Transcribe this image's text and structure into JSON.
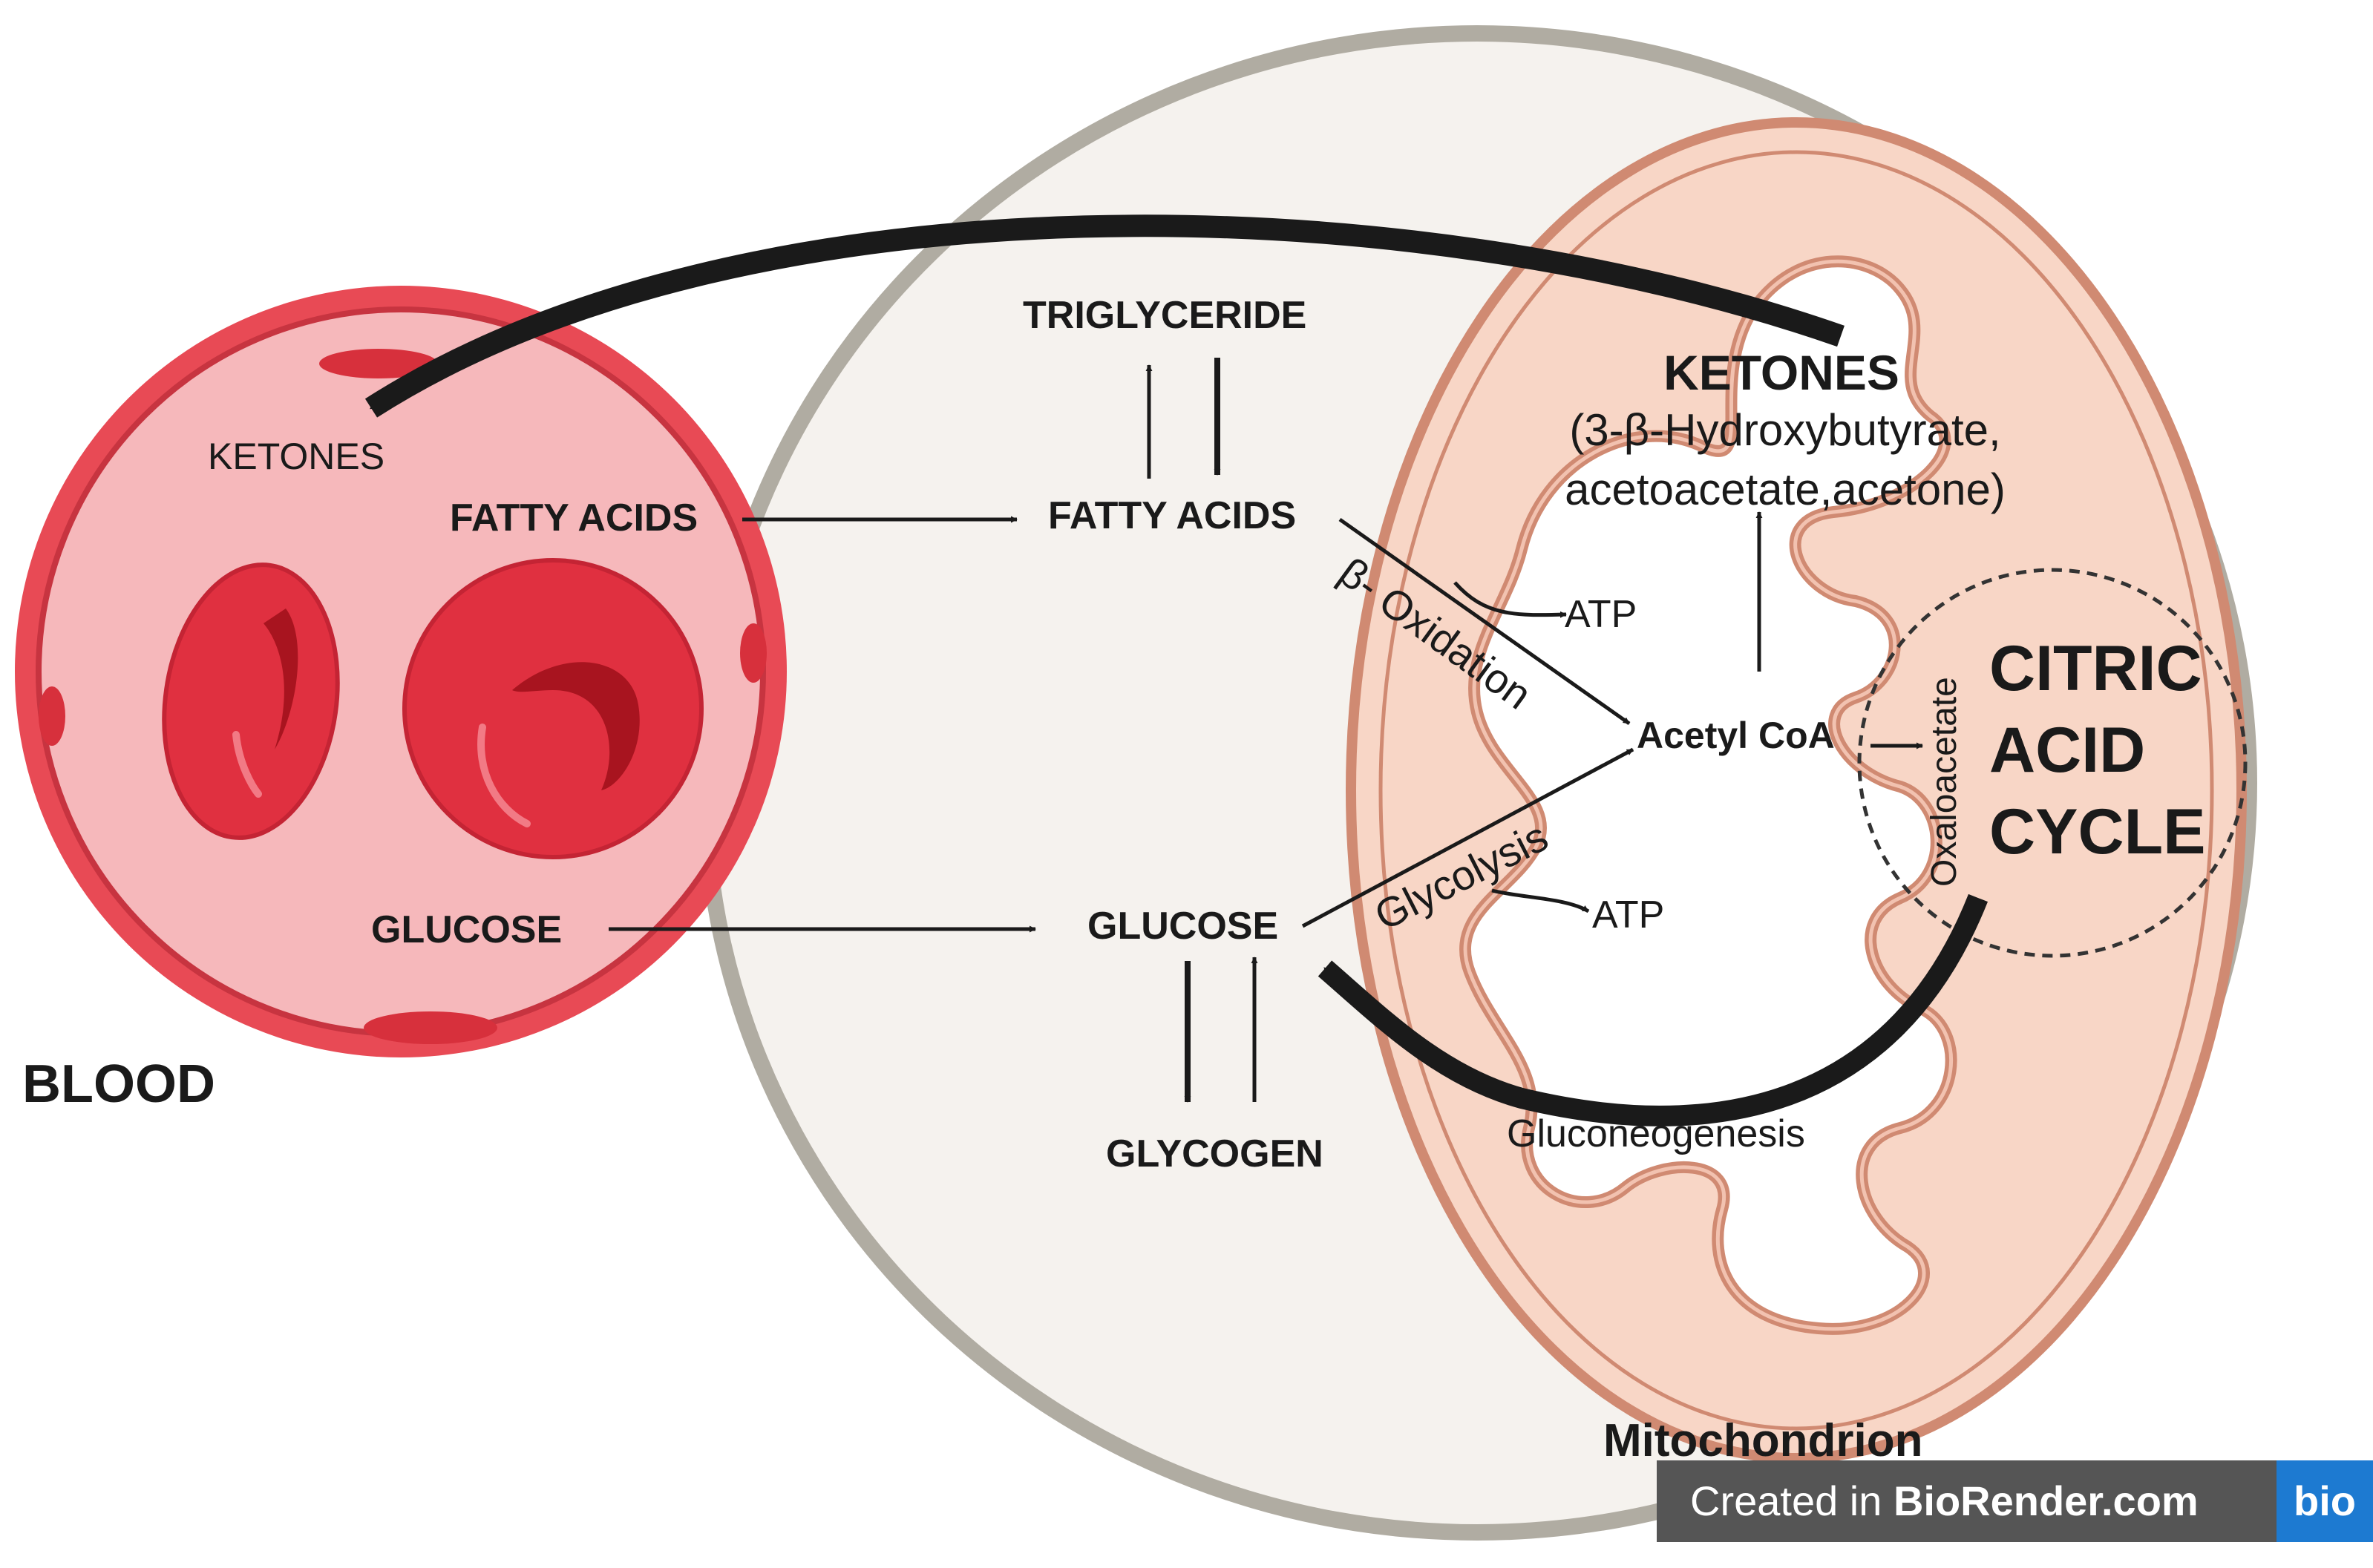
{
  "blood": {
    "label": "BLOOD",
    "ketones": "KETONES",
    "fatty_acids": "FATTY ACIDS",
    "glucose": "GLUCOSE"
  },
  "cell": {
    "triglyceride": "TRIGLYCERIDE",
    "fatty_acids": "FATTY ACIDS",
    "glucose": "GLUCOSE",
    "glycogen": "GLYCOGEN",
    "beta_oxidation": "β- Oxidation",
    "glycolysis": "Glycolysis",
    "atp_beta": "ATP",
    "atp_glycolysis": "ATP",
    "acetyl_coa": "Acetyl CoA"
  },
  "mitochondrion": {
    "label": "Mitochondrion",
    "ketones_title": "KETONES",
    "ketones_line1": "(3-β-Hydroxybutyrate,",
    "ketones_line2": "acetoacetate,acetone)",
    "oxaloacetate": "Oxaloacetate",
    "citric_line1": "CITRIC",
    "citric_line2": "ACID",
    "citric_line3": "CYCLE",
    "gluconeogenesis": "Gluconeogenesis"
  },
  "watermark": {
    "prefix": "Created in",
    "brand": "BioRender.com",
    "logo": "bio"
  },
  "colors": {
    "blood_outer": "#e84a55",
    "blood_inner": "#f6b8bb",
    "rbc": "#e03040",
    "rbc_dark": "#a8141f",
    "cell_fill": "#f5f2ee",
    "cell_border": "#b0aca2",
    "mito_fill": "#f8d6c6",
    "mito_stroke": "#d08a72"
  }
}
